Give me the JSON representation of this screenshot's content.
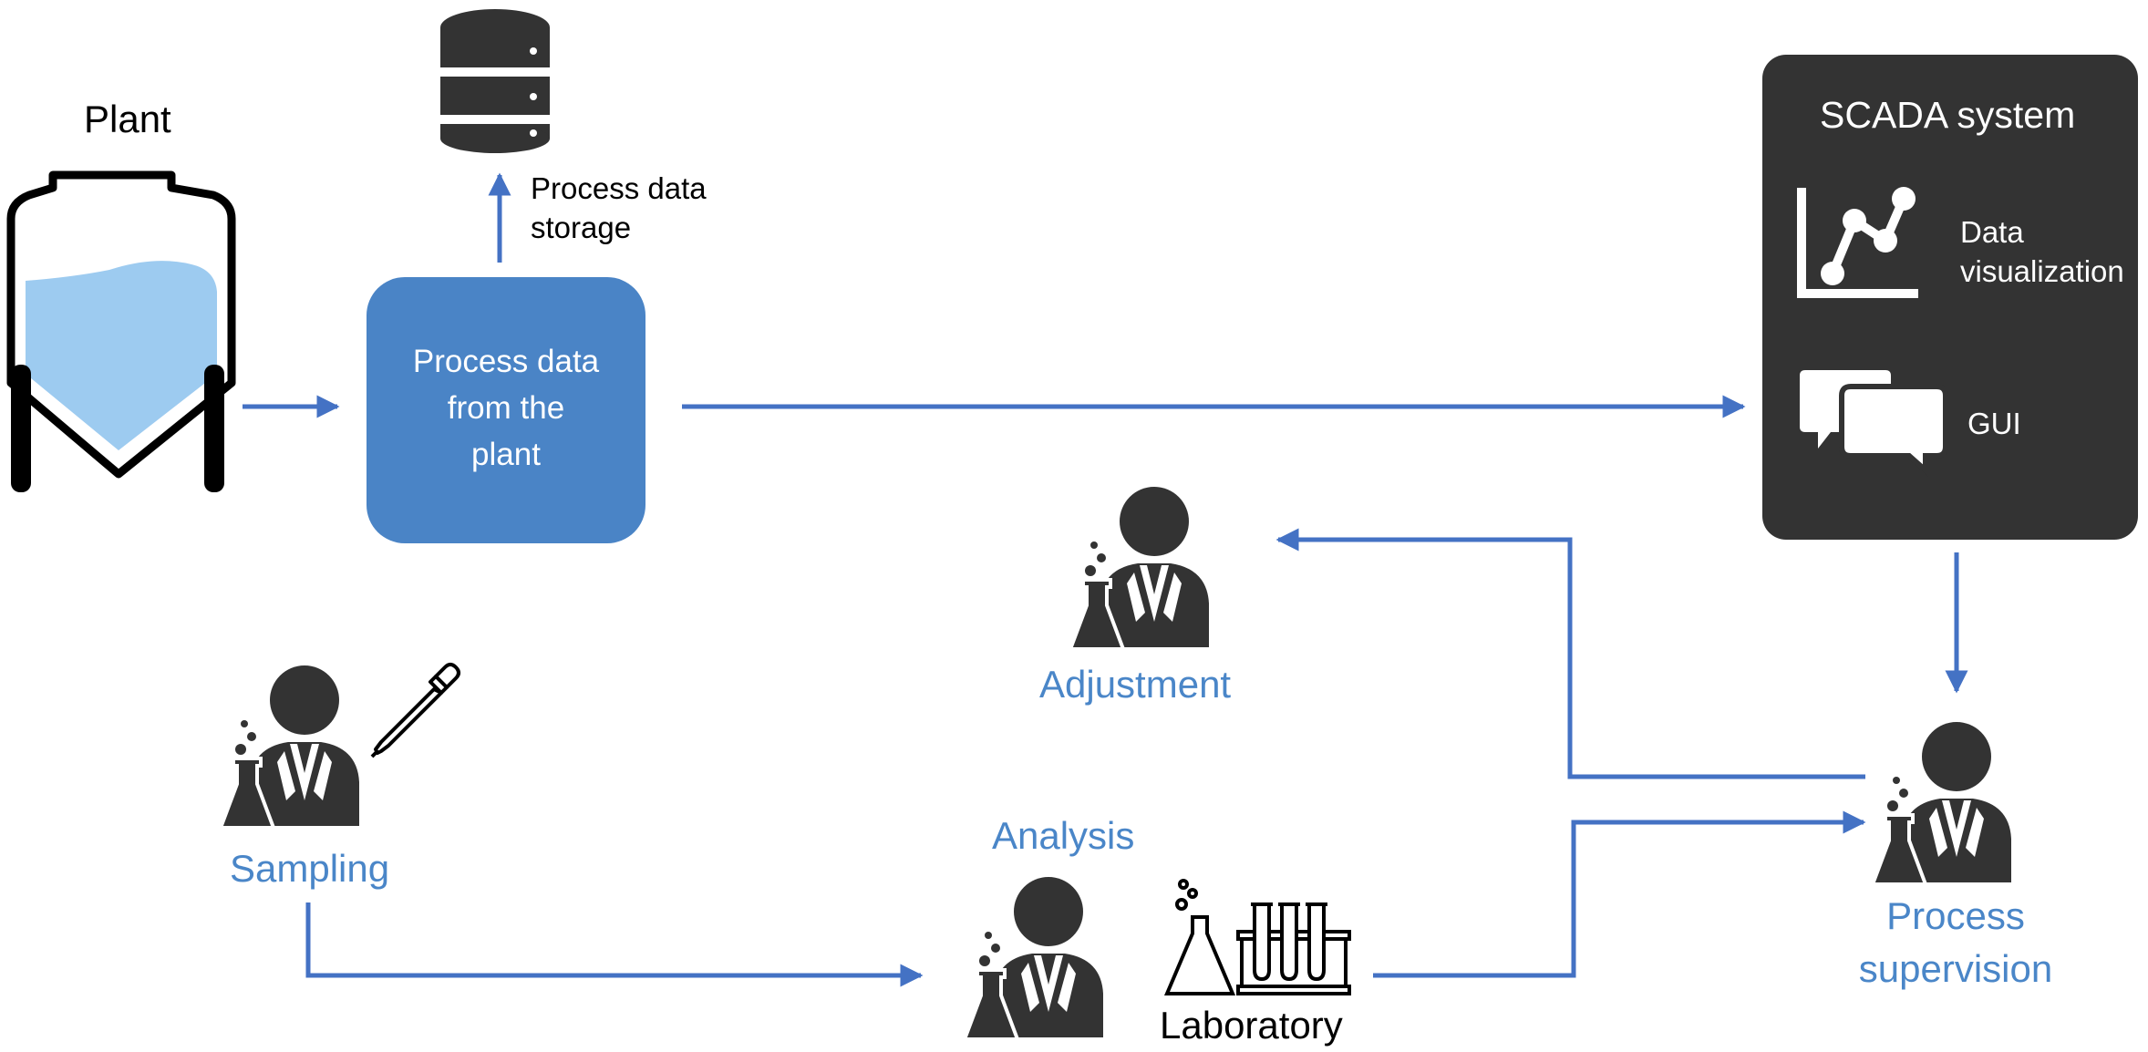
{
  "plant": {
    "title": "Plant"
  },
  "storage": {
    "label_line1": "Process data",
    "label_line2": "storage"
  },
  "process_box": {
    "line1": "Process data",
    "line2": "from the",
    "line3": "plant"
  },
  "scada": {
    "title": "SCADA system",
    "data_vis_line1": "Data",
    "data_vis_line2": "visualization",
    "gui": "GUI"
  },
  "roles": {
    "adjustment": "Adjustment",
    "sampling": "Sampling",
    "analysis": "Analysis",
    "laboratory": "Laboratory",
    "supervision_line1": "Process",
    "supervision_line2": "supervision"
  },
  "colors": {
    "arrow": "#4472c4",
    "process_box": "#4a84c6",
    "scada_box": "#333333",
    "liquid": "#9dcbf0",
    "role_text": "#4a86c8"
  }
}
